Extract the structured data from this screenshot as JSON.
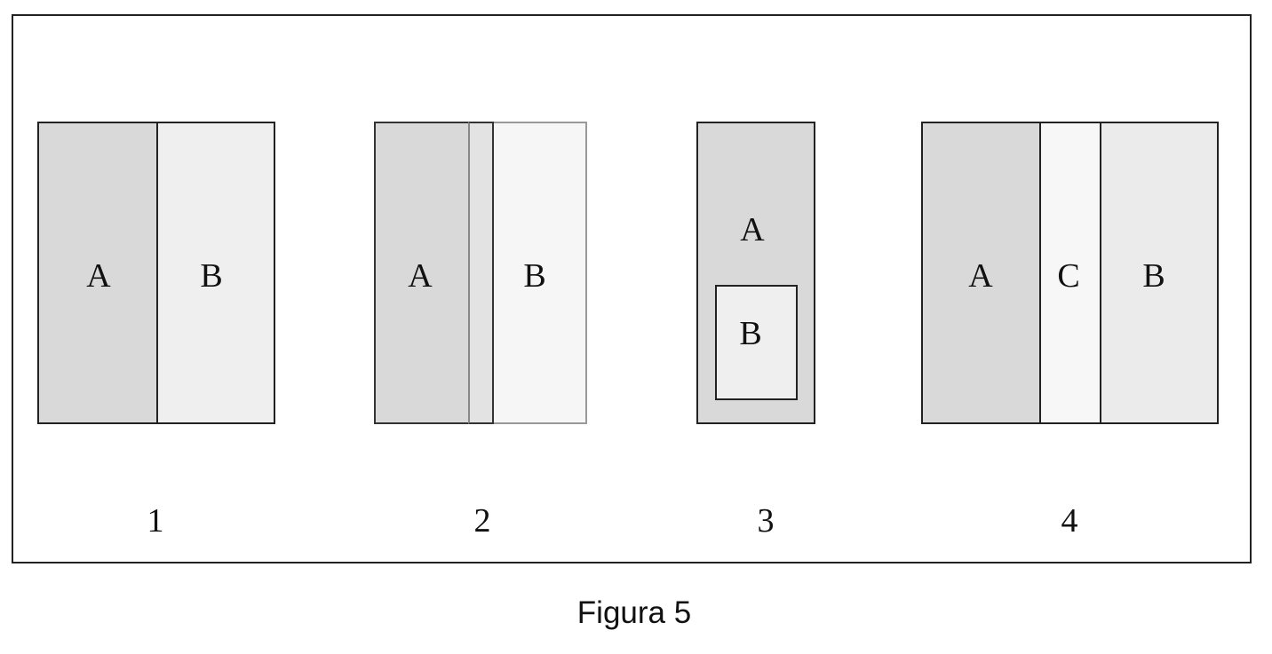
{
  "diagrams": [
    {
      "number": "1",
      "regions": [
        "A",
        "B"
      ]
    },
    {
      "number": "2",
      "regions": [
        "A",
        "B"
      ]
    },
    {
      "number": "3",
      "regions": [
        "A",
        "B"
      ]
    },
    {
      "number": "4",
      "regions": [
        "A",
        "C",
        "B"
      ]
    }
  ],
  "caption": "Figura 5",
  "colors": {
    "region_a": "#d9d9d9",
    "region_b": "#efefef",
    "region_c": "#f7f7f7",
    "overlap": "#e3e3e3",
    "border": "#222222"
  }
}
